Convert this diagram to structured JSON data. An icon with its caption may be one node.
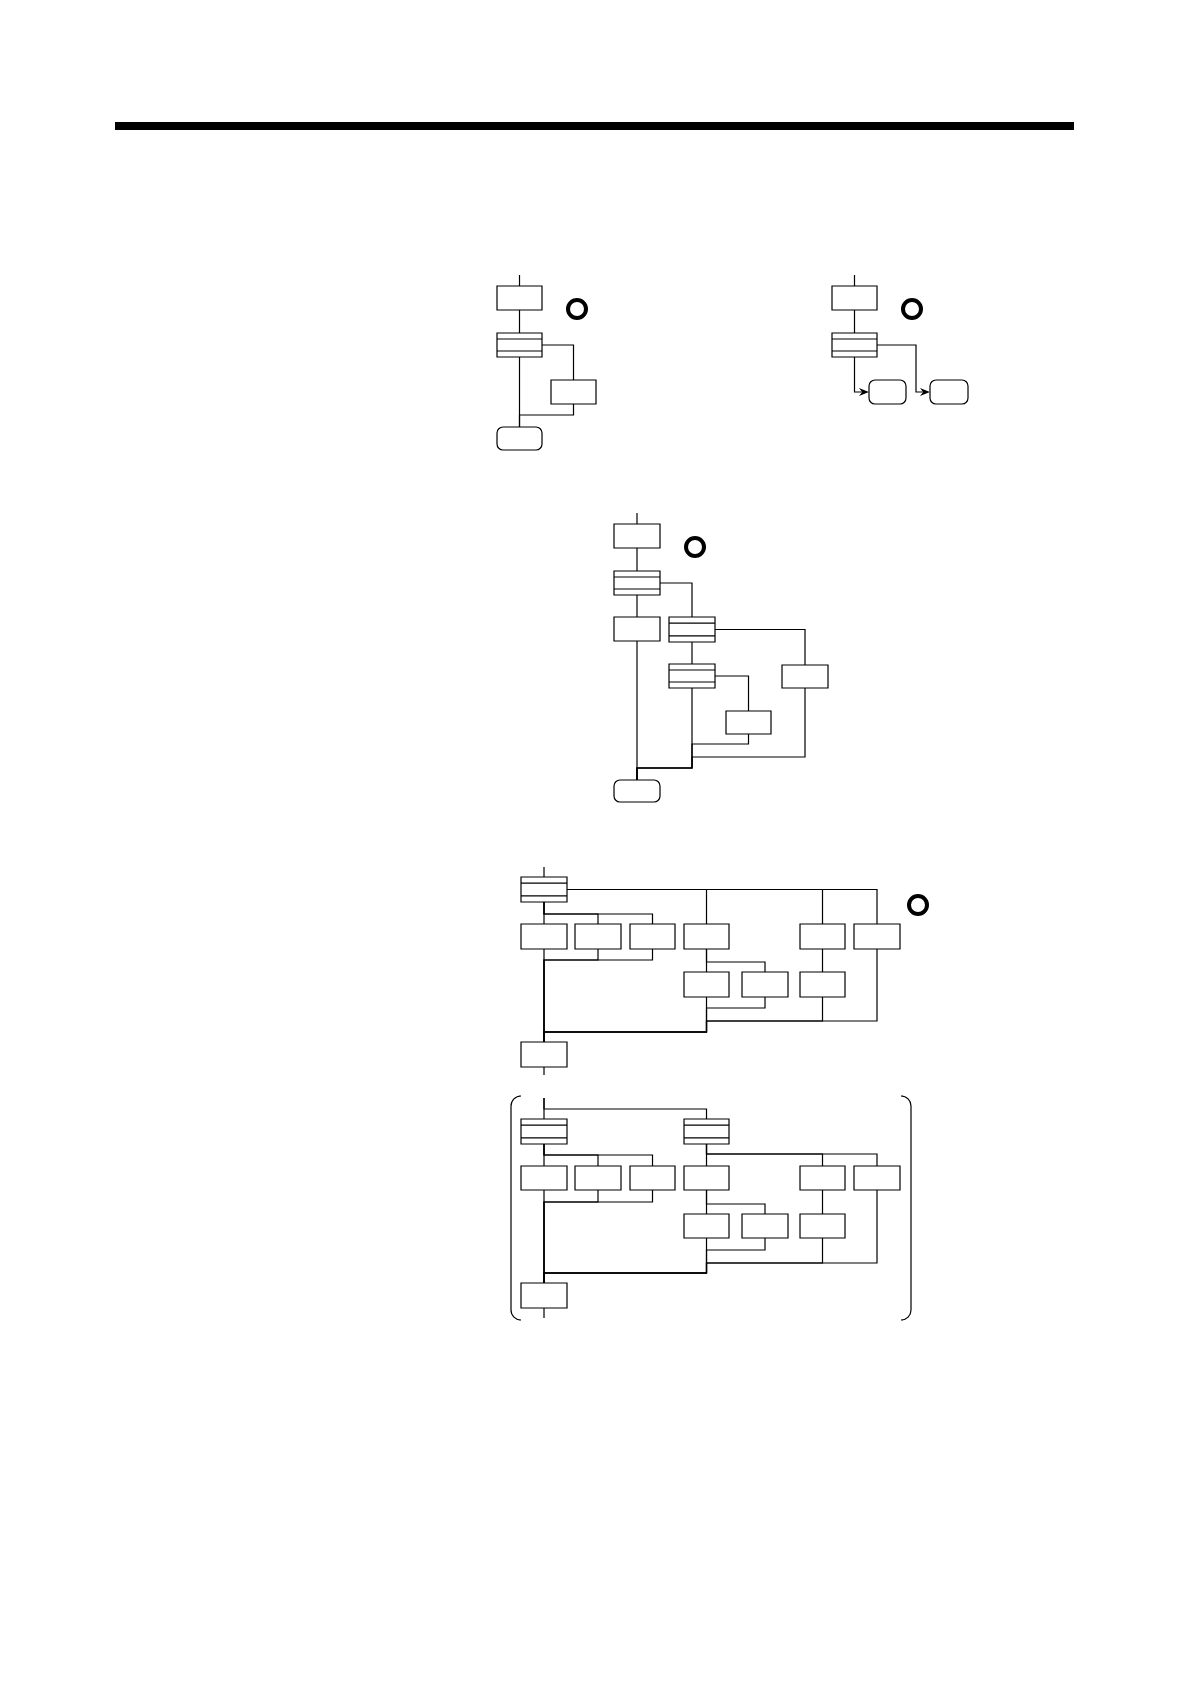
{
  "diagram": {
    "nodes": [
      {
        "text": [],
        "shape": "box"
      },
      {
        "text": [],
        "shape": "band"
      },
      {
        "text": [],
        "shape": "box"
      },
      {
        "text": [],
        "shape": "rounded"
      },
      {
        "text": [],
        "shape": "box"
      },
      {
        "text": [],
        "shape": "band"
      },
      {
        "text": [],
        "shape": "rounded"
      },
      {
        "text": [],
        "shape": "rounded"
      },
      {
        "text": [],
        "shape": "box"
      },
      {
        "text": [],
        "shape": "band"
      },
      {
        "text": [],
        "shape": "box"
      },
      {
        "text": [],
        "shape": "band"
      },
      {
        "text": [],
        "shape": "band"
      },
      {
        "text": [],
        "shape": "box"
      },
      {
        "text": [],
        "shape": "box"
      },
      {
        "text": [],
        "shape": "rounded"
      },
      {
        "text": [],
        "shape": "band"
      },
      {
        "text": [],
        "shape": "box"
      },
      {
        "text": [],
        "shape": "box"
      },
      {
        "text": [],
        "shape": "box"
      },
      {
        "text": [],
        "shape": "box"
      },
      {
        "text": [],
        "shape": "box"
      },
      {
        "text": [],
        "shape": "box"
      },
      {
        "text": [],
        "shape": "box"
      },
      {
        "text": [],
        "shape": "box"
      },
      {
        "text": [],
        "shape": "box"
      },
      {
        "text": [],
        "shape": "box"
      },
      {
        "text": [],
        "shape": "band"
      },
      {
        "text": [],
        "shape": "band"
      },
      {
        "text": [],
        "shape": "box"
      },
      {
        "text": [],
        "shape": "box"
      },
      {
        "text": [],
        "shape": "box"
      },
      {
        "text": [],
        "shape": "box"
      },
      {
        "text": [],
        "shape": "box"
      },
      {
        "text": [],
        "shape": "box"
      },
      {
        "text": [],
        "shape": "box"
      },
      {
        "text": [],
        "shape": "box"
      },
      {
        "text": [],
        "shape": "box"
      },
      {
        "text": [],
        "shape": "box"
      }
    ],
    "edges": [
      {
        "from": null,
        "to": 0,
        "arrow": "none"
      },
      {
        "from": 0,
        "to": 1,
        "arrow": "none"
      },
      {
        "from": 1,
        "to": 3,
        "arrow": "none"
      },
      {
        "from": 1,
        "to": 2,
        "arrow": "none"
      },
      {
        "from": 2,
        "to": 3,
        "arrow": "none"
      },
      {
        "from": null,
        "to": 4,
        "arrow": "none"
      },
      {
        "from": 4,
        "to": 5,
        "arrow": "none"
      },
      {
        "from": 5,
        "to": 6,
        "arrow": "to"
      },
      {
        "from": 5,
        "to": 7,
        "arrow": "to"
      },
      {
        "from": null,
        "to": 8,
        "arrow": "none"
      },
      {
        "from": 8,
        "to": 9,
        "arrow": "none"
      },
      {
        "from": 9,
        "to": 10,
        "arrow": "none"
      },
      {
        "from": 9,
        "to": 11,
        "arrow": "none"
      },
      {
        "from": 11,
        "to": 12,
        "arrow": "none"
      },
      {
        "from": 11,
        "to": 13,
        "arrow": "none"
      },
      {
        "from": 12,
        "to": 14,
        "arrow": "none"
      },
      {
        "from": 10,
        "to": 15,
        "arrow": "none"
      },
      {
        "from": 12,
        "to": 15,
        "arrow": "none"
      },
      {
        "from": 14,
        "to": 15,
        "arrow": "none"
      },
      {
        "from": 13,
        "to": 15,
        "arrow": "none"
      },
      {
        "from": null,
        "to": 16,
        "arrow": "none"
      },
      {
        "from": 16,
        "to": 17,
        "arrow": "none"
      },
      {
        "from": 16,
        "to": 18,
        "arrow": "none"
      },
      {
        "from": 16,
        "to": 19,
        "arrow": "none"
      },
      {
        "from": 16,
        "to": 20,
        "arrow": "none"
      },
      {
        "from": 16,
        "to": 21,
        "arrow": "none"
      },
      {
        "from": 16,
        "to": 22,
        "arrow": "none"
      },
      {
        "from": 17,
        "to": 26,
        "arrow": "none"
      },
      {
        "from": 18,
        "to": 26,
        "arrow": "none"
      },
      {
        "from": 19,
        "to": 26,
        "arrow": "none"
      },
      {
        "from": 20,
        "to": 23,
        "arrow": "none"
      },
      {
        "from": 20,
        "to": 24,
        "arrow": "none"
      },
      {
        "from": 23,
        "to": 26,
        "arrow": "none"
      },
      {
        "from": 24,
        "to": 26,
        "arrow": "none"
      },
      {
        "from": 21,
        "to": 25,
        "arrow": "none"
      },
      {
        "from": 25,
        "to": 26,
        "arrow": "none"
      },
      {
        "from": 22,
        "to": 26,
        "arrow": "none"
      },
      {
        "from": 26,
        "to": null,
        "arrow": "none"
      },
      {
        "from": null,
        "to": 27,
        "arrow": "none"
      },
      {
        "from": null,
        "to": 28,
        "arrow": "none"
      },
      {
        "from": 27,
        "to": 29,
        "arrow": "none"
      },
      {
        "from": 27,
        "to": 30,
        "arrow": "none"
      },
      {
        "from": 27,
        "to": 31,
        "arrow": "none"
      },
      {
        "from": 28,
        "to": 32,
        "arrow": "none"
      },
      {
        "from": 28,
        "to": 33,
        "arrow": "none"
      },
      {
        "from": 28,
        "to": 34,
        "arrow": "none"
      },
      {
        "from": 29,
        "to": 38,
        "arrow": "none"
      },
      {
        "from": 30,
        "to": 38,
        "arrow": "none"
      },
      {
        "from": 31,
        "to": 38,
        "arrow": "none"
      },
      {
        "from": 32,
        "to": 35,
        "arrow": "none"
      },
      {
        "from": 32,
        "to": 36,
        "arrow": "none"
      },
      {
        "from": 35,
        "to": 38,
        "arrow": "none"
      },
      {
        "from": 36,
        "to": 38,
        "arrow": "none"
      },
      {
        "from": 33,
        "to": 37,
        "arrow": "none"
      },
      {
        "from": 37,
        "to": 38,
        "arrow": "none"
      },
      {
        "from": 34,
        "to": 38,
        "arrow": "none"
      },
      {
        "from": 38,
        "to": null,
        "arrow": "none"
      }
    ]
  }
}
